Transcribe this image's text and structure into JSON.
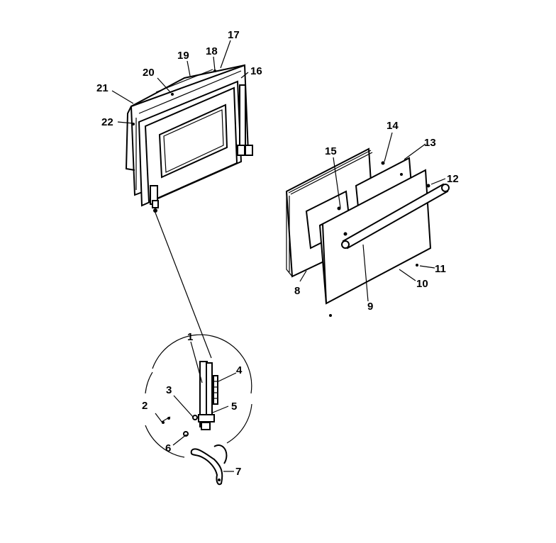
{
  "diagram": {
    "background": "#ffffff",
    "ink": "#000000",
    "callouts": [
      "1",
      "2",
      "3",
      "4",
      "5",
      "6",
      "7",
      "8",
      "9",
      "10",
      "11",
      "12",
      "13",
      "14",
      "15",
      "16",
      "17",
      "18",
      "19",
      "20",
      "21",
      "22"
    ]
  }
}
